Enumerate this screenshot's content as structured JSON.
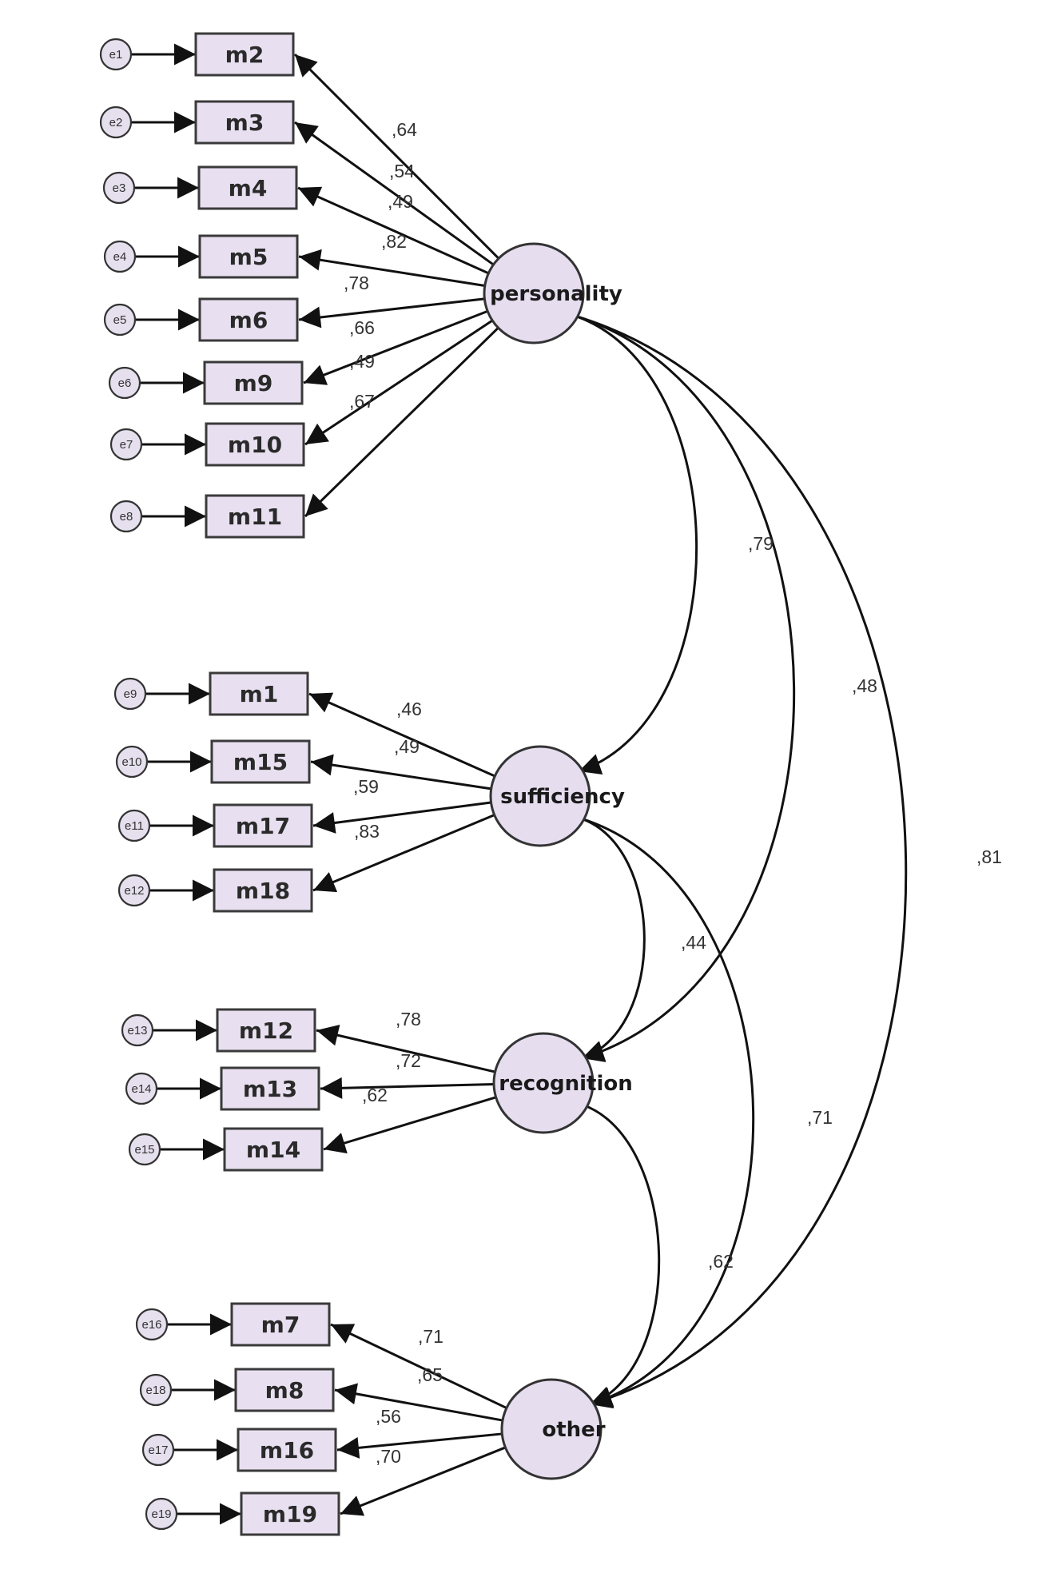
{
  "factors": [
    {
      "id": "personality",
      "label": "personality",
      "indicators": [
        {
          "label": "m2",
          "error": "e1",
          "loading": ",64"
        },
        {
          "label": "m3",
          "error": "e2",
          "loading": ",54"
        },
        {
          "label": "m4",
          "error": "e3",
          "loading": ",49"
        },
        {
          "label": "m5",
          "error": "e4",
          "loading": ",82"
        },
        {
          "label": "m6",
          "error": "e5",
          "loading": ",78"
        },
        {
          "label": "m9",
          "error": "e6",
          "loading": ",66"
        },
        {
          "label": "m10",
          "error": "e7",
          "loading": ",49"
        },
        {
          "label": "m11",
          "error": "e8",
          "loading": ",67"
        }
      ]
    },
    {
      "id": "sufficiency",
      "label": "sufficiency",
      "indicators": [
        {
          "label": "m1",
          "error": "e9",
          "loading": ",46"
        },
        {
          "label": "m15",
          "error": "e10",
          "loading": ",49"
        },
        {
          "label": "m17",
          "error": "e11",
          "loading": ",59"
        },
        {
          "label": "m18",
          "error": "e12",
          "loading": ",83"
        }
      ]
    },
    {
      "id": "recognition",
      "label": "recognition",
      "indicators": [
        {
          "label": "m12",
          "error": "e13",
          "loading": ",78"
        },
        {
          "label": "m13",
          "error": "e14",
          "loading": ",72"
        },
        {
          "label": "m14",
          "error": "e15",
          "loading": ",62"
        }
      ]
    },
    {
      "id": "other",
      "label": "other",
      "indicators": [
        {
          "label": "m7",
          "error": "e16",
          "loading": ",71"
        },
        {
          "label": "m8",
          "error": "e18",
          "loading": ",65"
        },
        {
          "label": "m16",
          "error": "e17",
          "loading": ",56"
        },
        {
          "label": "m19",
          "error": "e19",
          "loading": ",70"
        }
      ]
    }
  ],
  "covariances": [
    {
      "from": "personality",
      "to": "sufficiency",
      "value": ",79"
    },
    {
      "from": "personality",
      "to": "recognition",
      "value": ",48"
    },
    {
      "from": "personality",
      "to": "other",
      "value": ",81"
    },
    {
      "from": "sufficiency",
      "to": "recognition",
      "value": ",44"
    },
    {
      "from": "sufficiency",
      "to": "other",
      "value": ",71"
    },
    {
      "from": "recognition",
      "to": "other",
      "value": ",62"
    }
  ]
}
